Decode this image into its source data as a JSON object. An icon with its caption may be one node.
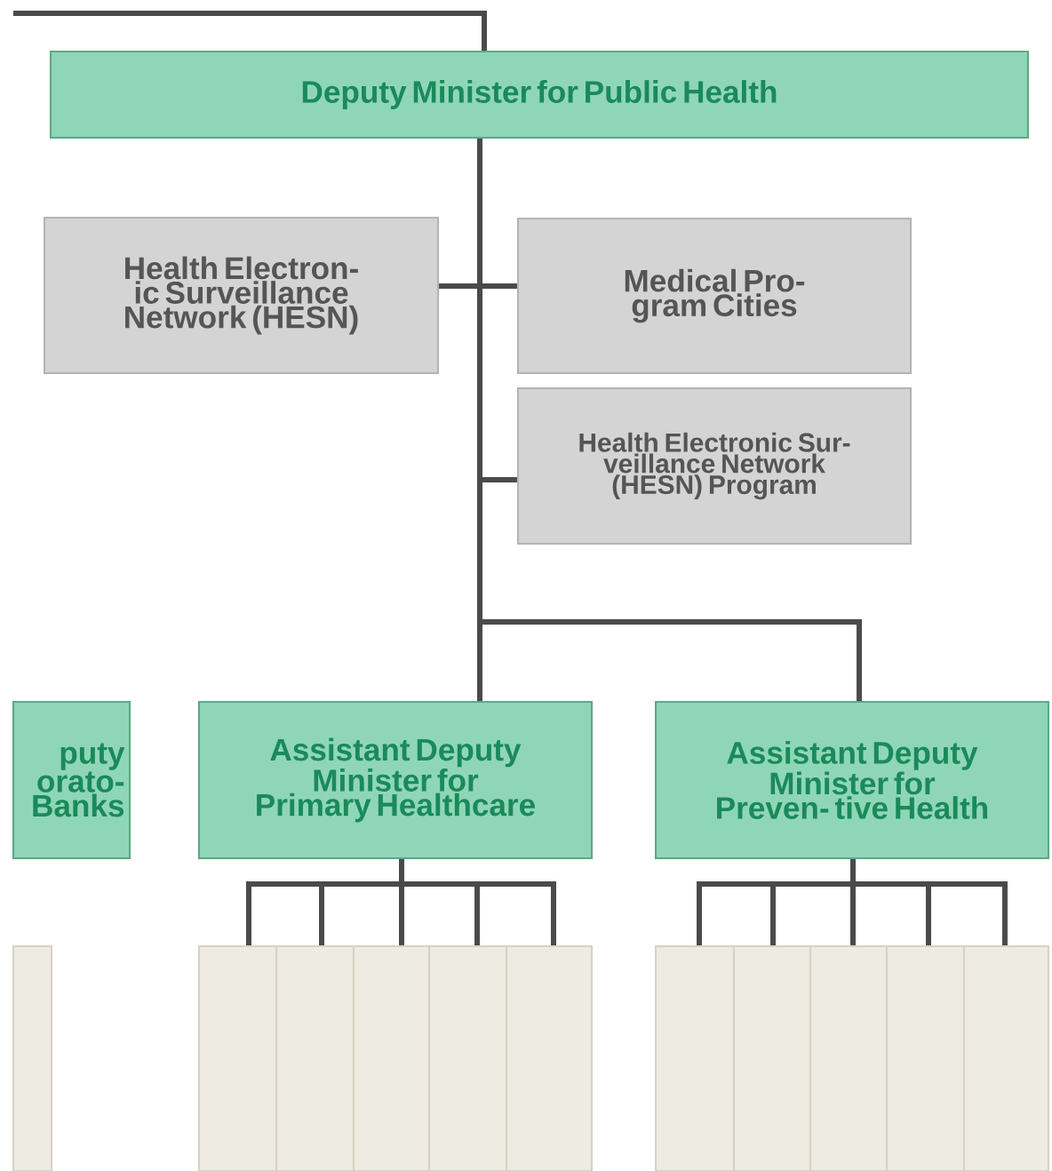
{
  "diagram": {
    "nodes": [
      {
        "text": [
          "Deputy Minister for Public Health"
        ]
      },
      {
        "text": [
          "Health Electron- ic Surveillance Network (HESN)"
        ]
      },
      {
        "text": [
          "Medical Pro- gram Cities"
        ]
      },
      {
        "text": [
          "Health Electronic Sur- veillance Network (HESN) Program"
        ]
      },
      {
        "text": [
          "puty orato- Banks"
        ]
      },
      {
        "text": [
          "Assistant Deputy Minister for Primary Healthcare"
        ]
      },
      {
        "text": [
          "Assistant Deputy Minister for Preven- tive Health"
        ]
      },
      {
        "text": [],
        "shape": "box"
      },
      {
        "text": [],
        "shape": "box"
      },
      {
        "text": [],
        "shape": "box"
      },
      {
        "text": [],
        "shape": "box"
      },
      {
        "text": [],
        "shape": "box"
      },
      {
        "text": [],
        "shape": "box"
      },
      {
        "text": [],
        "shape": "box"
      },
      {
        "text": [],
        "shape": "box"
      },
      {
        "text": [],
        "shape": "box"
      },
      {
        "text": [],
        "shape": "box"
      },
      {
        "text": [],
        "shape": "box"
      }
    ],
    "edges": [
      {
        "from": null,
        "to": 0,
        "arrow": "none"
      },
      {
        "from": 0,
        "to": 1,
        "arrow": "none"
      },
      {
        "from": 0,
        "to": 2,
        "arrow": "none"
      },
      {
        "from": 0,
        "to": 3,
        "arrow": "none"
      },
      {
        "from": 0,
        "to": 5,
        "arrow": "none"
      },
      {
        "from": 0,
        "to": 6,
        "arrow": "none"
      },
      {
        "from": 5,
        "to": 8,
        "arrow": "none"
      },
      {
        "from": 5,
        "to": 9,
        "arrow": "none"
      },
      {
        "from": 5,
        "to": 10,
        "arrow": "none"
      },
      {
        "from": 5,
        "to": 11,
        "arrow": "none"
      },
      {
        "from": 5,
        "to": 12,
        "arrow": "none"
      },
      {
        "from": 6,
        "to": 13,
        "arrow": "none"
      },
      {
        "from": 6,
        "to": 14,
        "arrow": "none"
      },
      {
        "from": 6,
        "to": 15,
        "arrow": "none"
      },
      {
        "from": 6,
        "to": 16,
        "arrow": "none"
      },
      {
        "from": 6,
        "to": 17,
        "arrow": "none"
      }
    ]
  }
}
